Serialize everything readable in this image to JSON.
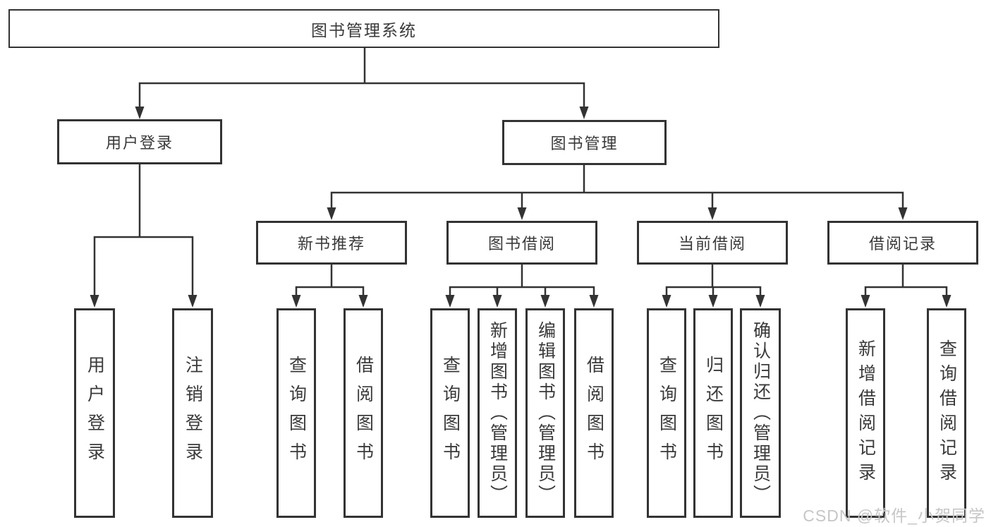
{
  "diagram": {
    "root": "图书管理系统",
    "branches": [
      {
        "label": "用户登录",
        "children": [
          "用户登录",
          "注销登录"
        ]
      },
      {
        "label": "图书管理"
      }
    ],
    "modules": [
      {
        "label": "新书推荐",
        "children": [
          "查询图书",
          "借阅图书"
        ]
      },
      {
        "label": "图书借阅",
        "children": [
          "查询图书",
          "新增图书（管理员）",
          "编辑图书（管理员）",
          "借阅图书"
        ]
      },
      {
        "label": "当前借阅",
        "children": [
          "查询图书",
          "归还图书",
          "确认归还（管理员）"
        ]
      },
      {
        "label": "借阅记录",
        "children": [
          "新增借阅记录",
          "查询借阅记录"
        ]
      }
    ]
  },
  "watermark": {
    "text": "CSDN @软件_小贺同学"
  },
  "colors": {
    "line": "#333333",
    "box_border": "#333333",
    "text": "#3a3a3a",
    "watermark": "#c6c6c6",
    "background": "#ffffff"
  }
}
